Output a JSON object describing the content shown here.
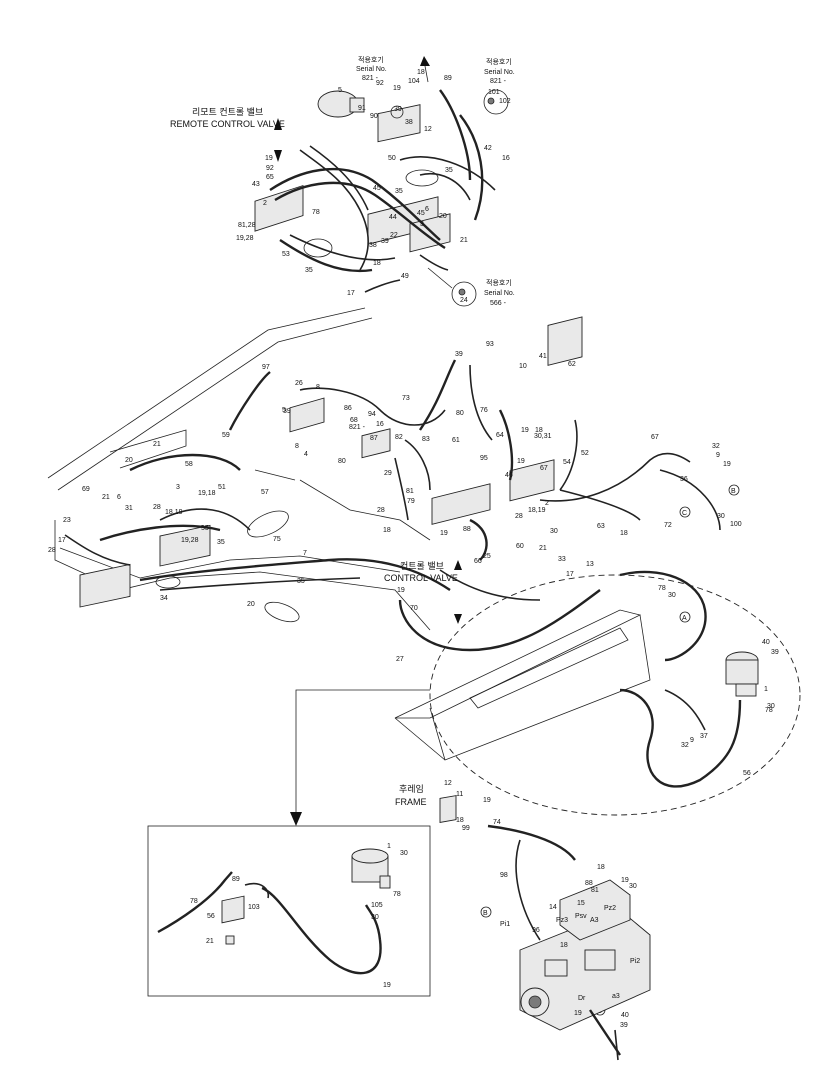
{
  "labels": {
    "remote_control_valve_ko": "리모트 컨트롤 밸브",
    "remote_control_valve_en": "REMOTE CONTROL VALVE",
    "control_valve_ko": "컨트롤 밸브",
    "control_valve_en": "CONTROL VALVE",
    "frame_ko": "후레임",
    "frame_en": "FRAME"
  },
  "serial_notes": [
    {
      "ko": "적용호기",
      "en": "Serial No.",
      "range": "821 -"
    },
    {
      "ko": "적용호기",
      "en": "Serial No.",
      "range": "821 -"
    },
    {
      "ko": "적용호기",
      "en": "Serial No.",
      "range": "566 -"
    }
  ],
  "pump_port_labels": [
    "Pz3",
    "Psv",
    "Pz2",
    "Pi1",
    "Pi2",
    "Dr",
    "a3",
    "A3"
  ],
  "circle_markers": [
    "A",
    "B",
    "C"
  ],
  "part_numbers": [
    "5",
    "91",
    "90",
    "19",
    "92",
    "65",
    "43",
    "2",
    "78",
    "81,28",
    "19,28",
    "53",
    "35",
    "45",
    "35",
    "6",
    "20",
    "21",
    "3",
    "22",
    "39",
    "38",
    "44",
    "18",
    "17",
    "49",
    "50",
    "35",
    "45",
    "42",
    "16",
    "104",
    "92",
    "19",
    "18",
    "89",
    "39",
    "38",
    "12",
    "101",
    "102",
    "24",
    "93",
    "39",
    "41",
    "10",
    "62",
    "97",
    "26",
    "8",
    "39",
    "86",
    "68",
    "821 -",
    "94",
    "16",
    "87",
    "82",
    "83",
    "61",
    "73",
    "80",
    "76",
    "64",
    "19",
    "18",
    "30,31",
    "46",
    "67",
    "54",
    "52",
    "95",
    "80",
    "29",
    "81",
    "79",
    "28",
    "18",
    "19",
    "66",
    "88",
    "25",
    "60",
    "21",
    "63",
    "67",
    "32",
    "9",
    "19",
    "36",
    "72",
    "30",
    "100",
    "78",
    "30",
    "40",
    "39",
    "1",
    "30",
    "78",
    "37",
    "9",
    "32",
    "56",
    "21",
    "59",
    "58",
    "20",
    "69",
    "21",
    "6",
    "23",
    "31",
    "28",
    "18,19",
    "3",
    "19,18",
    "51",
    "57",
    "19,28",
    "55",
    "35",
    "75",
    "7",
    "35",
    "34",
    "20",
    "17",
    "28",
    "19",
    "70",
    "27",
    "33",
    "17",
    "13",
    "12",
    "11",
    "19",
    "18",
    "99",
    "74",
    "98",
    "18",
    "19",
    "30",
    "88",
    "81",
    "15",
    "14",
    "96",
    "18",
    "19",
    "40",
    "39",
    "1",
    "30",
    "78",
    "105",
    "30",
    "78",
    "89",
    "103",
    "56",
    "21",
    "19",
    "18",
    "8",
    "4",
    "5",
    "28",
    "30",
    "18,19",
    "2",
    "19"
  ]
}
